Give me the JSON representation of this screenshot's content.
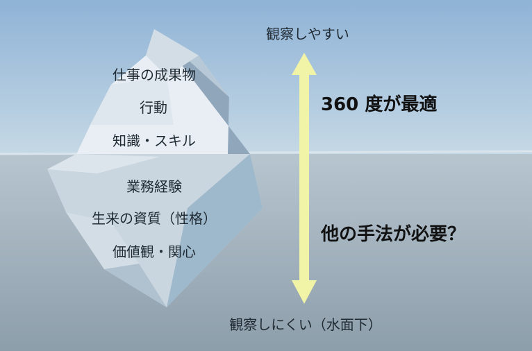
{
  "diagram": {
    "layers_above": [
      "仕事の成果物",
      "行動",
      "知識・スキル"
    ],
    "layers_below": [
      "業務経験",
      "生来の資質（性格）",
      "価値観・関心"
    ],
    "axis_top": "観察しやすい",
    "axis_bottom": "観察しにくい（水面下）",
    "note_above": "360 度が最適",
    "note_below": "他の手法が必要？",
    "colors": {
      "sky_top": "#8fb3d6",
      "sky_bottom": "#c5d8e5",
      "water_top": "#b7c5cf",
      "water_bottom": "#8d9eab",
      "arrow": "#f1f3a6"
    }
  }
}
